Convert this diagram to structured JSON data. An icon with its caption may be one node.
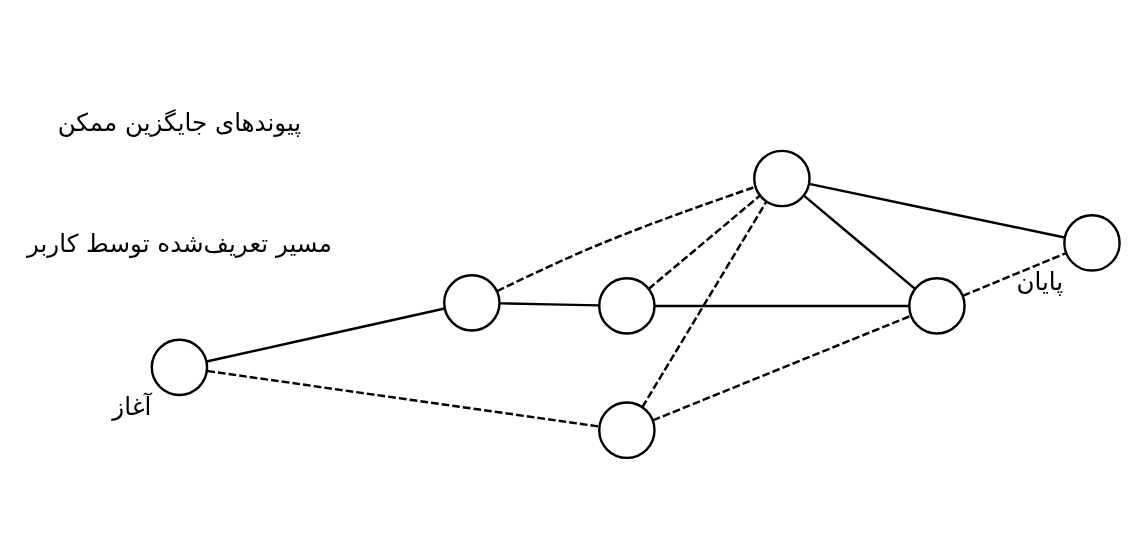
{
  "diagram": {
    "nodes": [
      {
        "text": [],
        "shape": "circle",
        "beside": [
          "آغاز"
        ]
      },
      {
        "text": [],
        "shape": "circle"
      },
      {
        "text": [],
        "shape": "circle"
      },
      {
        "text": [],
        "shape": "circle"
      },
      {
        "text": [],
        "shape": "circle"
      },
      {
        "text": [],
        "shape": "circle"
      },
      {
        "text": [],
        "shape": "circle",
        "beside": [
          "پایان"
        ]
      }
    ],
    "edges": [
      {
        "from": 0,
        "to": 1,
        "arrow": "none"
      },
      {
        "from": 1,
        "to": 4,
        "arrow": "none"
      },
      {
        "from": 4,
        "to": 5,
        "arrow": "none"
      },
      {
        "from": 3,
        "to": 5,
        "arrow": "none"
      },
      {
        "from": 3,
        "to": 6,
        "arrow": "none"
      },
      {
        "from": 0,
        "to": 2,
        "arrow": "none",
        "style": "dashed"
      },
      {
        "from": 1,
        "to": 3,
        "arrow": "none",
        "style": "dashed"
      },
      {
        "from": 4,
        "to": 3,
        "arrow": "none",
        "style": "dashed"
      },
      {
        "from": 2,
        "to": 3,
        "arrow": "none",
        "style": "dashed"
      },
      {
        "from": 2,
        "to": 5,
        "arrow": "none",
        "style": "dashed"
      },
      {
        "from": 5,
        "to": 6,
        "arrow": "none",
        "style": "dashed"
      }
    ],
    "labels": [
      "مسیر تعریف‌شده توسط کاربر",
      "پیوندهای جایگزین ممکن"
    ]
  }
}
